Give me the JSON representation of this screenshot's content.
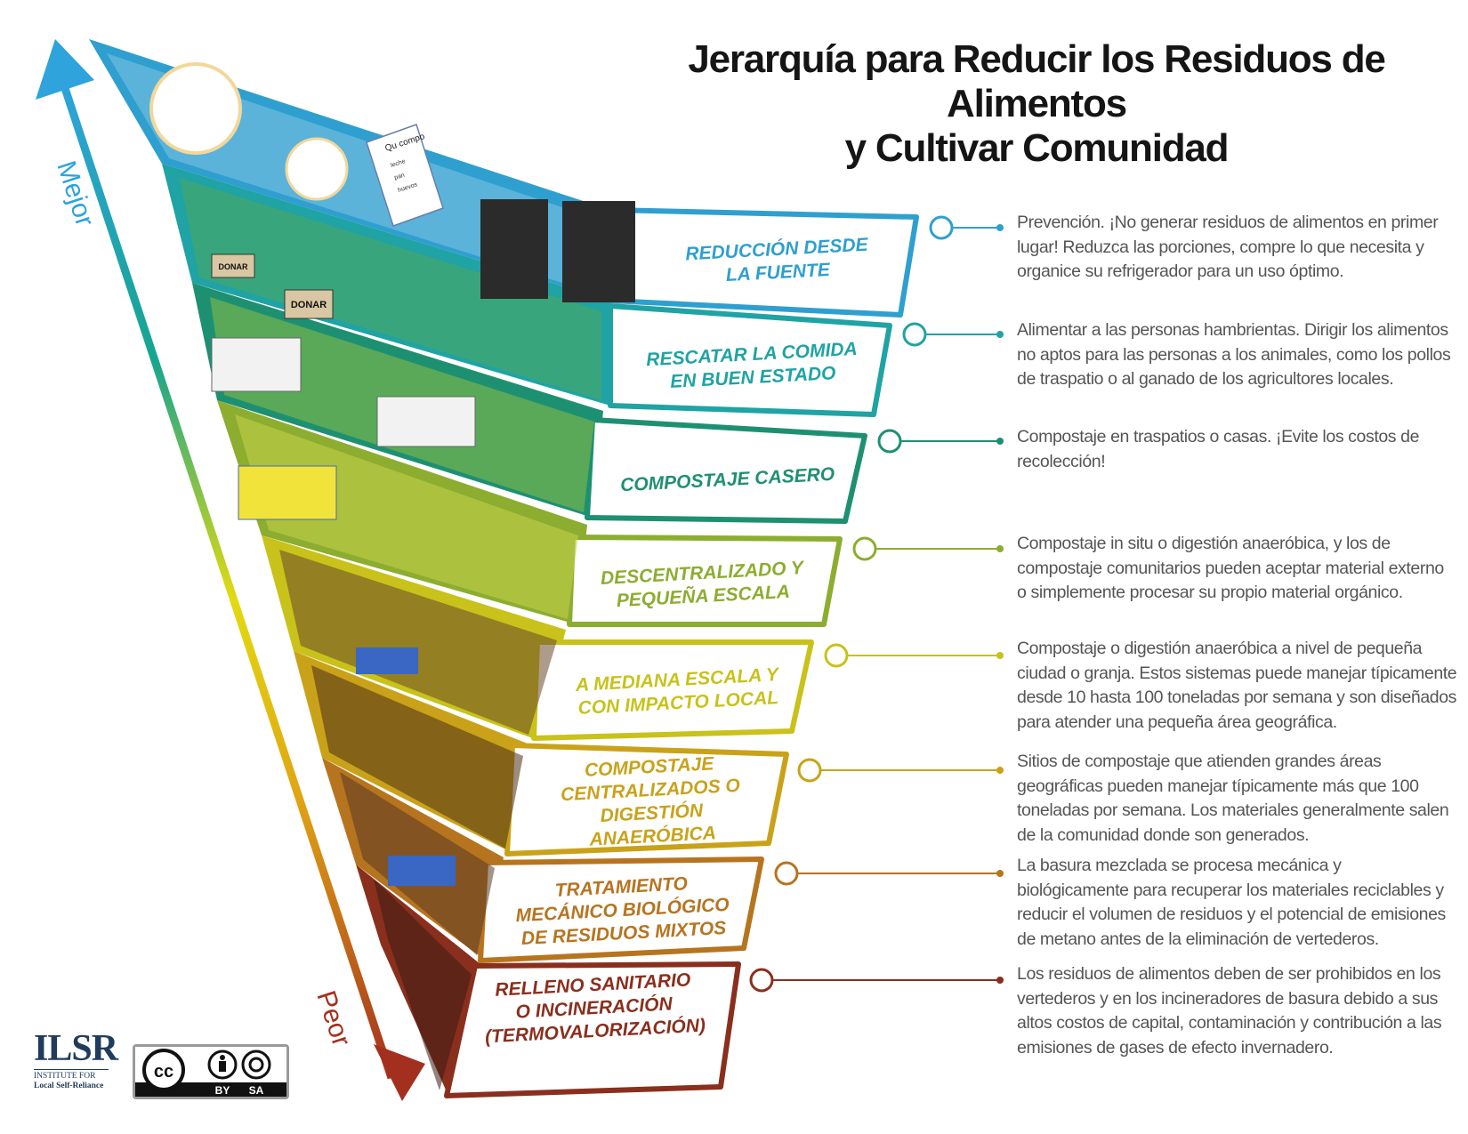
{
  "title": {
    "line1": "Jerarquía para Reducir los Residuos de Alimentos",
    "line2": "y Cultivar Comunidad"
  },
  "axis": {
    "better": "Mejor",
    "worse": "Peor"
  },
  "scene_text": {
    "list_header": "Qu compo",
    "list_items": [
      "leche",
      "pan",
      "huevos"
    ],
    "donate_box_1": "DONAR",
    "donate_box_2": "DONAR"
  },
  "tiers": [
    {
      "label": "REDUCCIÓN DESDE LA FUENTE",
      "description": "Prevención. ¡No generar residuos de alimentos en primer lugar! Reduzca las porciones, compre lo que necesita y organice su refrigerador para un uso óptimo.",
      "color": "#2f9fd0"
    },
    {
      "label": "RESCATAR LA COMIDA EN BUEN ESTADO",
      "description": "Alimentar a las personas hambrientas. Dirigir los alimentos no aptos para las personas a los animales, como los pollos de traspatio o al ganado de los agricultores locales.",
      "color": "#1fa3a4"
    },
    {
      "label": "COMPOSTAJE CASERO",
      "description": "Compostaje en traspatios o casas. ¡Evite los costos de recolección!",
      "color": "#1e9072"
    },
    {
      "label": "DESCENTRALIZADO Y PEQUEÑA ESCALA",
      "description": "Compostaje in situ o digestión anaeróbica, y los de compostaje comunitarios pueden aceptar material externo o simplemente procesar su propio material orgánico.",
      "color": "#8cad2f"
    },
    {
      "label": "A MEDIANA ESCALA Y CON IMPACTO LOCAL",
      "description": "Compostaje o digestión anaeróbica a nivel de pequeña ciudad o granja. Estos sistemas puede manejar típicamente desde 10 hasta 100 toneladas por semana y son diseñados para atender una pequeña área geográfica.",
      "color": "#c8c21b"
    },
    {
      "label": "COMPOSTAJE CENTRALIZADOS O DIGESTIÓN ANAERÓBICA",
      "description": "Sitios de compostaje que atienden grandes áreas geográficas pueden manejar típicamente más que 100 toneladas por semana. Los materiales generalmente salen de la comunidad donde son generados.",
      "color": "#c9a21a"
    },
    {
      "label": "TRATAMIENTO MECÁNICO BIOLÓGICO DE RESIDUOS MIXTOS",
      "description": "La basura mezclada se procesa mecánica y biológicamente para recuperar los materiales reciclables y reducir el volumen de residuos y el potencial de emisiones de metano antes de la eliminación de vertederos.",
      "color": "#b7741f"
    },
    {
      "label": "RELLENO SANITARIO O INCINERACIÓN (TERMOVALORIZACIÓN)",
      "description": "Los residuos de alimentos deben de ser prohibidos en los vertederos y en los incineradores de basura debido a sus altos costos de capital, contaminación y contribución a las emisiones de gases de efecto invernadero.",
      "color": "#8a2f1d"
    }
  ],
  "logos": {
    "ilsr_big": "ILSR",
    "ilsr_small_1": "INSTITUTE FOR",
    "ilsr_small_2": "Local Self-Reliance",
    "cc_by": "BY",
    "cc_sa": "SA"
  }
}
